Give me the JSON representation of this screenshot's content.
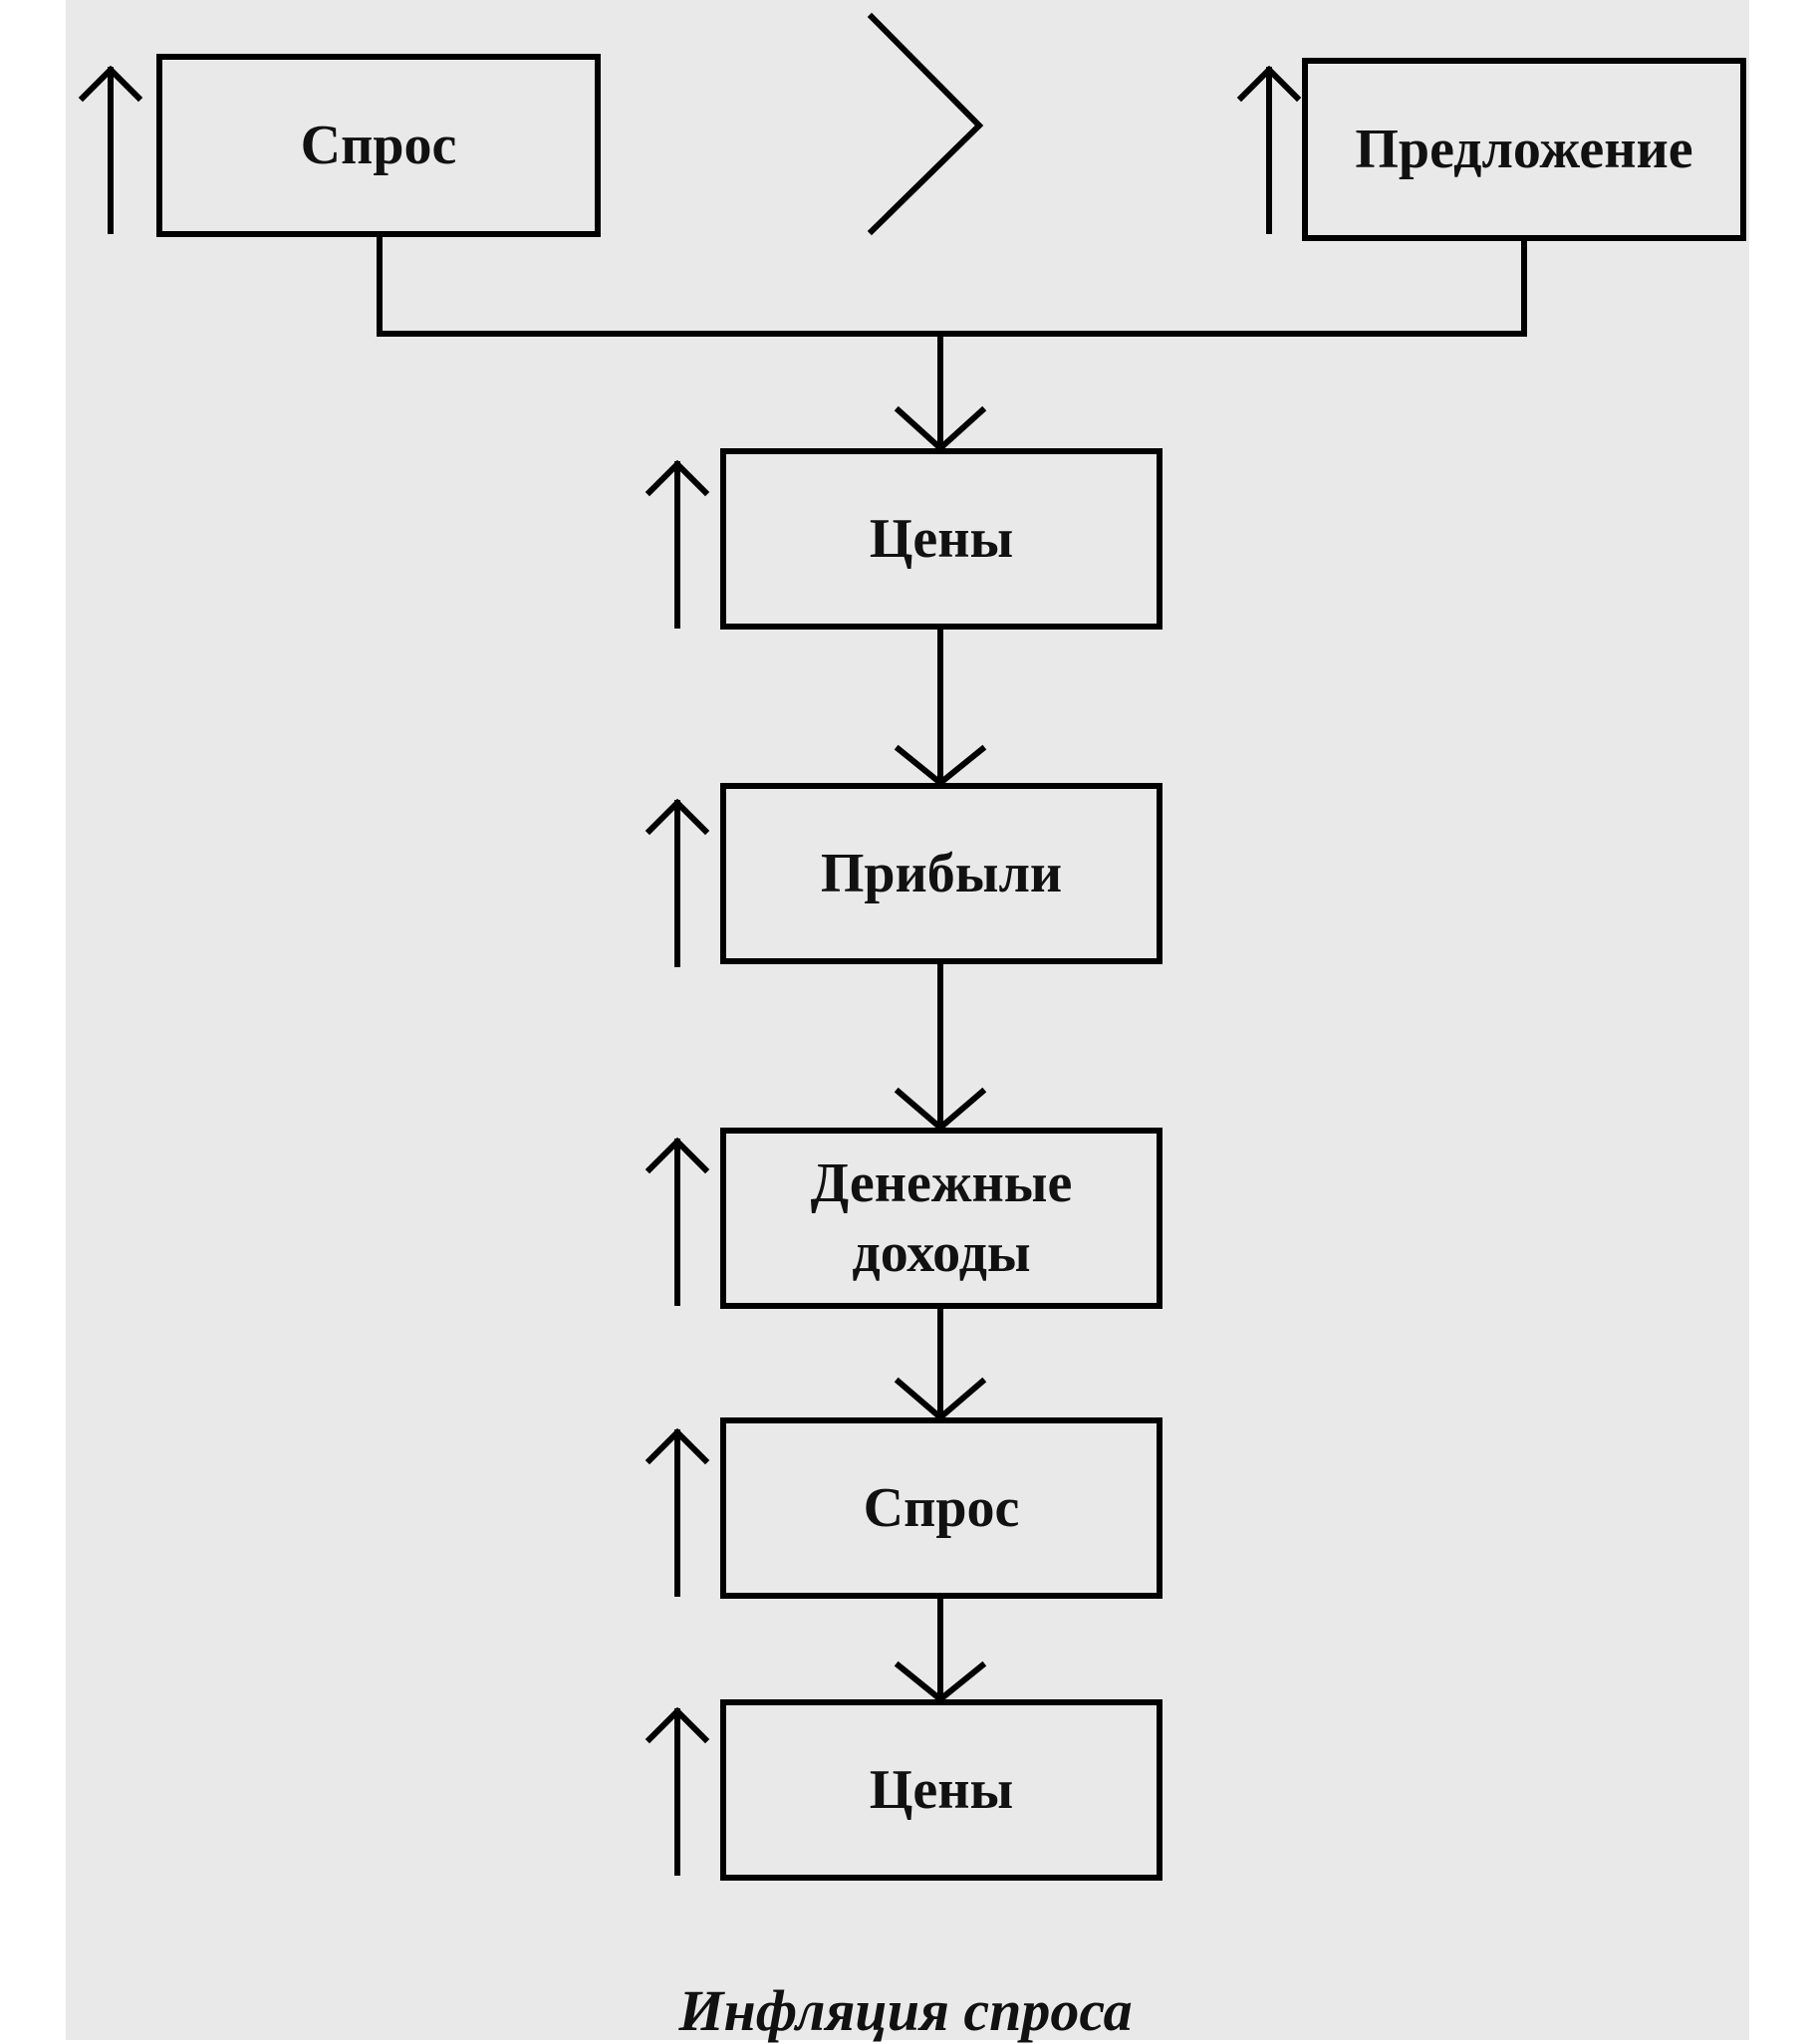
{
  "diagram": {
    "caption": "Инфляция спроса",
    "nodes": {
      "demand_top": "Спрос",
      "supply": "Предложение",
      "prices_1": "Цены",
      "profits": "Прибыли",
      "money_income": "Денежные доходы",
      "demand_2": "Спрос",
      "prices_2": "Цены"
    },
    "comparison_symbol": "greater-than",
    "arrow_meaning": "increase"
  },
  "colors": {
    "background": "#e9e9e9",
    "stroke": "#000000"
  }
}
